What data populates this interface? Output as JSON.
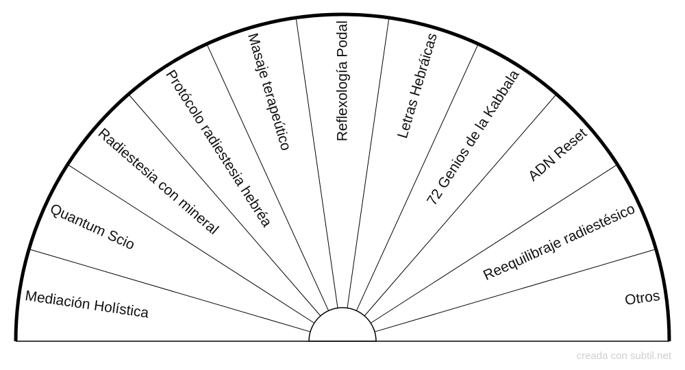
{
  "chart_data": {
    "type": "pie",
    "shape": "semicircle",
    "segments": [
      {
        "label": "Mediación Holística"
      },
      {
        "label": "Quantum Scio"
      },
      {
        "label": "Radiestesia con mineral"
      },
      {
        "label": "Protócolo radiestesia hebréa"
      },
      {
        "label": "Masaje terapeútico"
      },
      {
        "label": "Reflexología Podal"
      },
      {
        "label": "Letras Hebráicas"
      },
      {
        "label": "72 Genios de la Kabbala"
      },
      {
        "label": "ADN Reset"
      },
      {
        "label": "Reequilibraje radiestésico"
      },
      {
        "label": "Otros"
      }
    ],
    "colors": {
      "line": "#000000",
      "text": "#111111",
      "background": "#ffffff"
    }
  },
  "footer": {
    "credit": "creada con subtil.net"
  },
  "colors": {
    "credit": "#cfcfcf"
  }
}
